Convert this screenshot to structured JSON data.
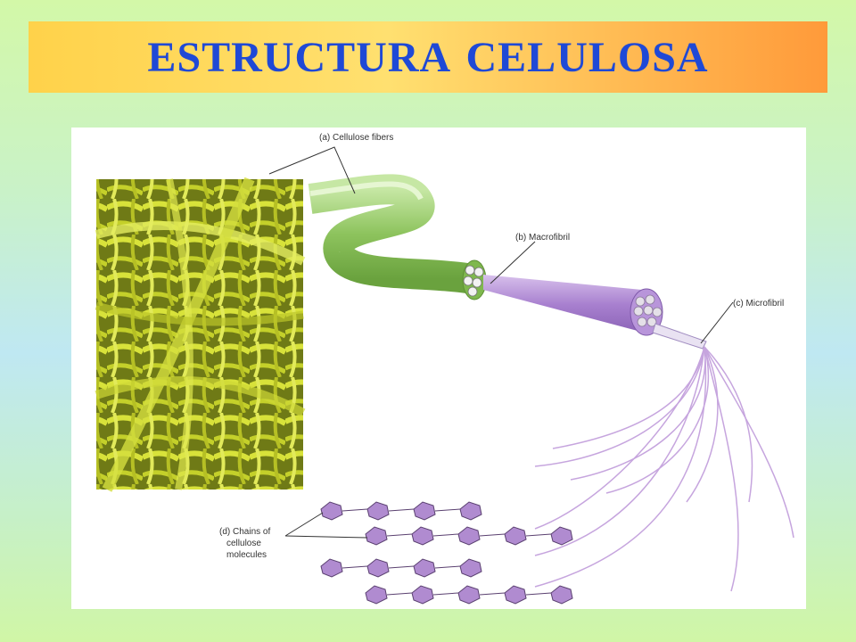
{
  "title": "ESTRUCTURA CELULOSA",
  "labels": {
    "a": "(a) Cellulose fibers",
    "b": "(b) Macrofibril",
    "c": "(c) Microfibril",
    "d_line1": "(d) Chains of",
    "d_line2": "cellulose",
    "d_line3": "molecules"
  },
  "colors": {
    "title_text": "#1f49d6",
    "fiber_green": "#9bcf6b",
    "macrofibril_purple": "#b58fd6",
    "micro_photo": "#c9d22a"
  }
}
